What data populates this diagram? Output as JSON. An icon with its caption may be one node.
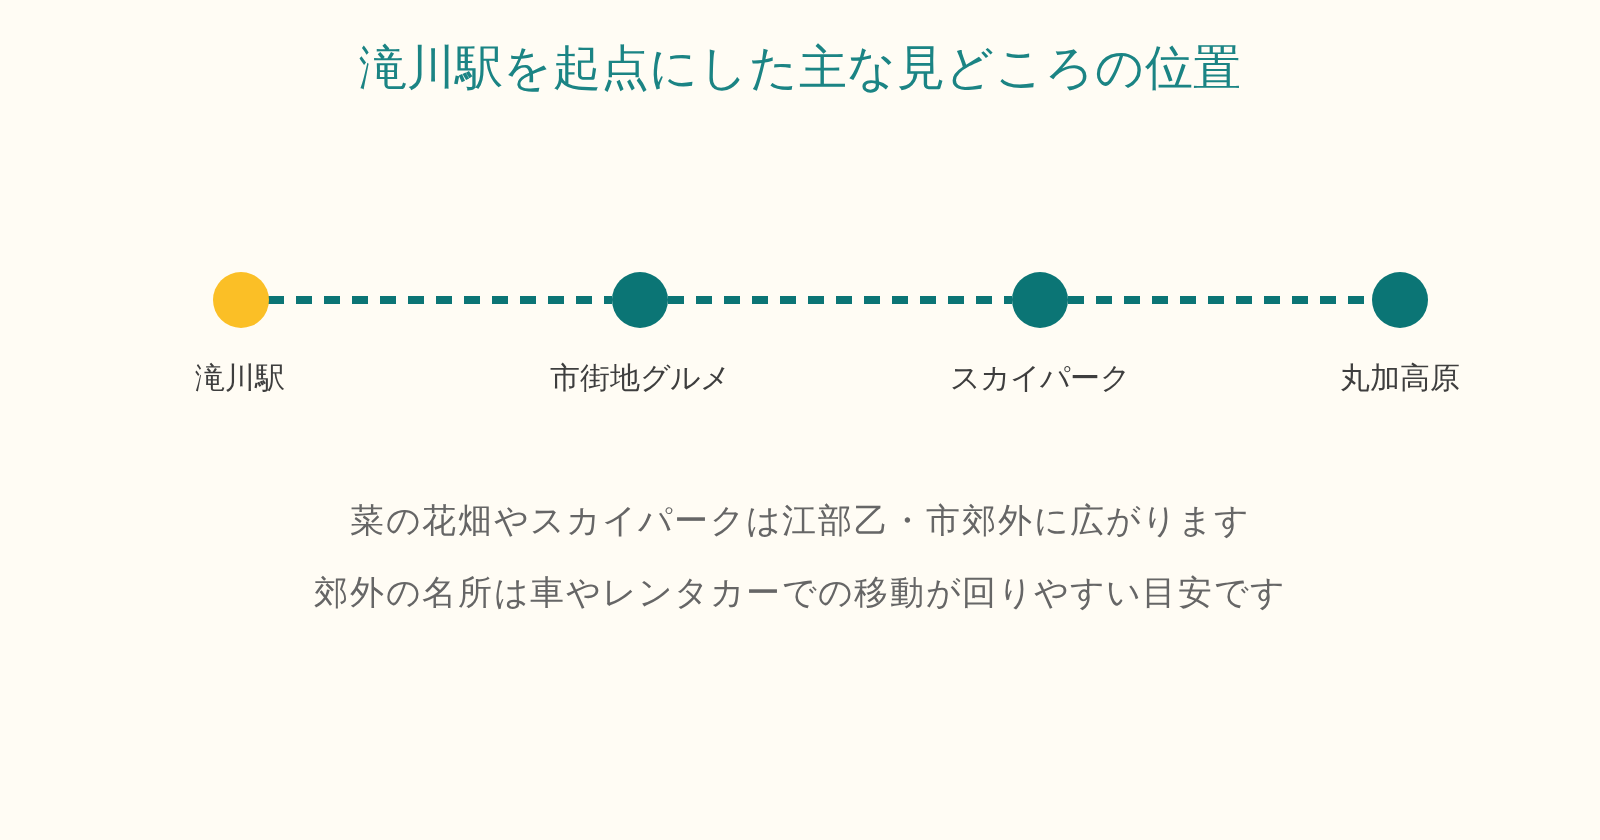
{
  "diagram": {
    "title": "滝川駅を起点にした主な見どころの位置",
    "nodes": [
      {
        "text": [
          "滝川駅"
        ]
      },
      {
        "text": [
          "市街地グルメ"
        ]
      },
      {
        "text": [
          "スカイパーク"
        ]
      },
      {
        "text": [
          "丸加高原"
        ]
      }
    ],
    "edges": [
      {
        "from": 0,
        "to": 1,
        "arrow": "none",
        "style": "dashed"
      },
      {
        "from": 1,
        "to": 2,
        "arrow": "none",
        "style": "dashed"
      },
      {
        "from": 2,
        "to": 3,
        "arrow": "none",
        "style": "dashed"
      }
    ],
    "labels": [
      "菜の花畑やスカイパークは江部乙・市郊外に広がります",
      "郊外の名所は車やレンタカーでの移動が回りやすい目安です"
    ]
  }
}
